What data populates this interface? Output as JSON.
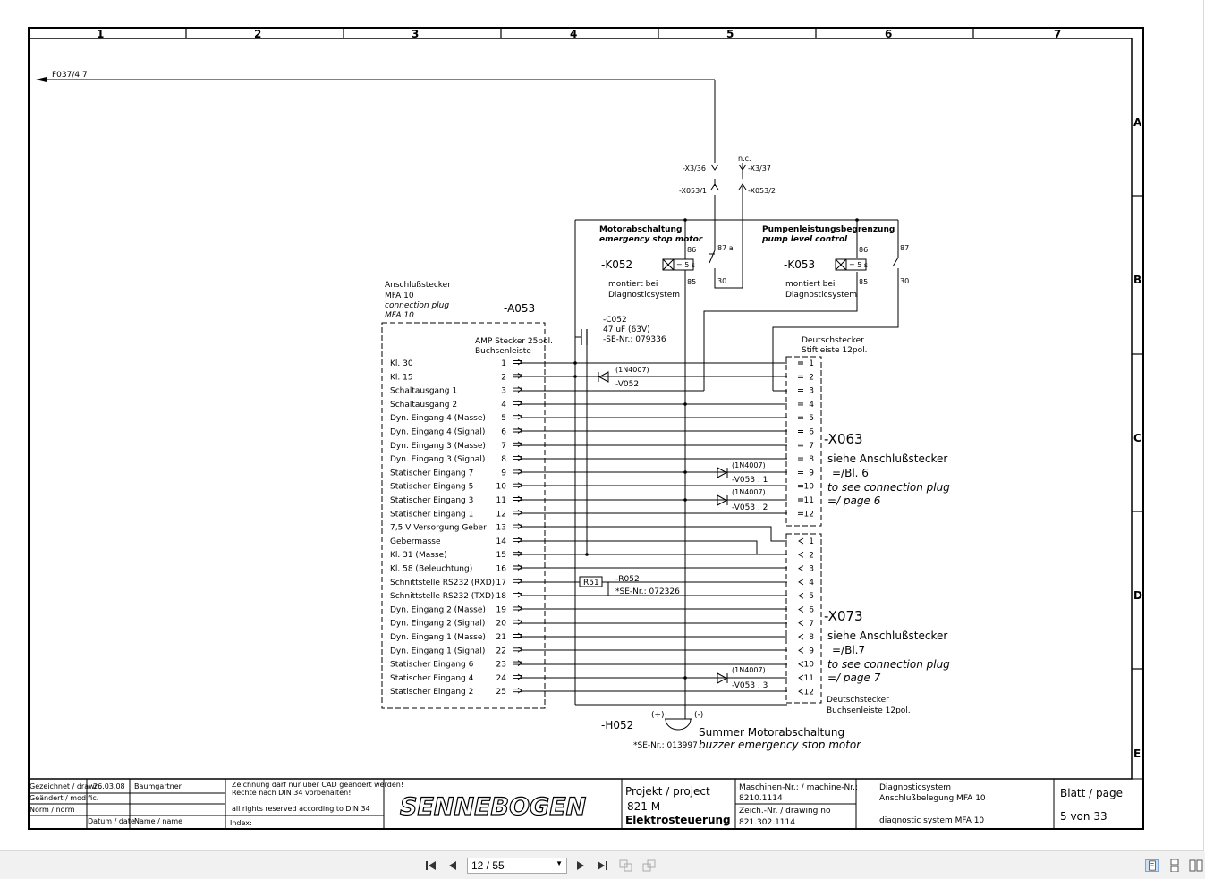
{
  "frame": {
    "columns": [
      "1",
      "2",
      "3",
      "4",
      "5",
      "6",
      "7"
    ],
    "rows": [
      "A",
      "B",
      "C",
      "D",
      "E"
    ]
  },
  "top": {
    "f037": "F037/4.7",
    "x3_36": "-X3/36",
    "x3_37": "-X3/37",
    "nc": "n.c.",
    "x053_1": "-X053/1",
    "x053_2": "-X053/2"
  },
  "k052": {
    "title": "Motorabschaltung",
    "title_en": "emergency stop motor",
    "id": "-K052",
    "note1": "montiert bei",
    "note2": "Diagnosticsystem",
    "timer": "= 5 s",
    "p86": "86",
    "p85": "85",
    "p87": "87 a",
    "p30": "30"
  },
  "k053": {
    "title": "Pumpenleistungsbegrenzung",
    "title_en": "pump level control",
    "id": "-K053",
    "note1": "montiert bei",
    "note2": "Diagnosticsystem",
    "timer": "= 5 s",
    "p86": "86",
    "p85": "85",
    "p87": "87",
    "p30": "30"
  },
  "a053": {
    "l1": "Anschlußstecker",
    "l2": "MFA 10",
    "l3": "connection plug",
    "l4": "MFA 10",
    "id": "-A053",
    "h1": "AMP Stecker 25pol.",
    "h2": "Buchsenleiste",
    "pins": [
      {
        "n": "1",
        "label": "Kl. 30"
      },
      {
        "n": "2",
        "label": "Kl. 15"
      },
      {
        "n": "3",
        "label": "Schaltausgang 1"
      },
      {
        "n": "4",
        "label": "Schaltausgang 2"
      },
      {
        "n": "5",
        "label": "Dyn. Eingang 4 (Masse)"
      },
      {
        "n": "6",
        "label": "Dyn. Eingang 4 (Signal)"
      },
      {
        "n": "7",
        "label": "Dyn. Eingang 3 (Masse)"
      },
      {
        "n": "8",
        "label": "Dyn. Eingang 3 (Signal)"
      },
      {
        "n": "9",
        "label": "Statischer Eingang 7"
      },
      {
        "n": "10",
        "label": "Statischer Eingang 5"
      },
      {
        "n": "11",
        "label": "Statischer Eingang 3"
      },
      {
        "n": "12",
        "label": "Statischer Eingang 1"
      },
      {
        "n": "13",
        "label": "7,5 V Versorgung Geber"
      },
      {
        "n": "14",
        "label": "Gebermasse"
      },
      {
        "n": "15",
        "label": "Kl. 31 (Masse)"
      },
      {
        "n": "16",
        "label": "Kl. 58 (Beleuchtung)"
      },
      {
        "n": "17",
        "label": "Schnittstelle RS232 (RXD)"
      },
      {
        "n": "18",
        "label": "Schnittstelle RS232 (TXD)"
      },
      {
        "n": "19",
        "label": "Dyn. Eingang 2 (Masse)"
      },
      {
        "n": "20",
        "label": "Dyn. Eingang 2 (Signal)"
      },
      {
        "n": "21",
        "label": "Dyn. Eingang 1 (Masse)"
      },
      {
        "n": "22",
        "label": "Dyn. Eingang 1 (Signal)"
      },
      {
        "n": "23",
        "label": "Statischer Eingang 6"
      },
      {
        "n": "24",
        "label": "Statischer Eingang 4"
      },
      {
        "n": "25",
        "label": "Statischer Eingang 2"
      }
    ]
  },
  "c052": {
    "id": "-C052",
    "val": "47 uF (63V)",
    "se": "-SE-Nr.: 079336"
  },
  "v052": {
    "type": "(1N4007)",
    "id": "-V052"
  },
  "v053_1": {
    "type": "(1N4007)",
    "id": "-V053 . 1"
  },
  "v053_2": {
    "type": "(1N4007)",
    "id": "-V053 . 2"
  },
  "v053_3": {
    "type": "(1N4007)",
    "id": "-V053 . 3"
  },
  "r052": {
    "box": "R51",
    "id": "-R052",
    "se": "*SE-Nr.: 072326"
  },
  "x063": {
    "h1": "Deutschstecker",
    "h2": "Stiftleiste 12pol.",
    "id": "-X063",
    "s1": "siehe Anschlußstecker",
    "s2": "=/Bl. 6",
    "s3": "to see connection plug",
    "s4": "=/ page 6",
    "pins": [
      "1",
      "2",
      "3",
      "4",
      "5",
      "6",
      "7",
      "8",
      "9",
      "10",
      "11",
      "12"
    ]
  },
  "x073": {
    "h1": "Deutschstecker",
    "h2": "Buchsenleiste 12pol.",
    "id": "-X073",
    "s1": "siehe Anschlußstecker",
    "s2": "=/Bl.7",
    "s3": "to see connection plug",
    "s4": "=/ page 7",
    "pins": [
      "1",
      "2",
      "3",
      "4",
      "5",
      "6",
      "7",
      "8",
      "9",
      "10",
      "11",
      "12"
    ]
  },
  "h052": {
    "id": "-H052",
    "plus": "(+)",
    "minus": "(-)",
    "d1": "Summer Motorabschaltung",
    "d2": "buzzer emergency stop motor",
    "se": "*SE-Nr.: 013997"
  },
  "titleblock": {
    "drawn_label": "Gezeichnet / drawn.",
    "drawn_date": "26.03.08",
    "drawn_name": "Baumgartner",
    "modified_label": "Geändert / modific.",
    "norm_label": "Norm / norm",
    "date_label": "Datum / date",
    "name_label": "Name / name",
    "note1": "Zeichnung darf nur  über CAD geändert werden!",
    "note2": "Rechte nach DIN 34 vorbehalten!",
    "note3": "all rights reserved according to DIN 34",
    "index_label": "Index:",
    "logo": "SENNEBOGEN",
    "project_label": "Projekt / project",
    "project": "821 M",
    "project_sub": "Elektrosteuerung",
    "machine_label": "Maschinen-Nr.:  / machine-Nr.:",
    "machine_no": "8210.1114",
    "drawing_label": "Zeich.-Nr. / drawing no",
    "drawing_no": "821.302.1114",
    "desc1": "Diagnosticsystem",
    "desc2": "Anschlußbelegung MFA 10",
    "desc3": "diagnostic system MFA 10",
    "sheet_label": "Blatt / page",
    "sheet": "5 von 33"
  },
  "toolbar": {
    "page_value": "12 / 55"
  }
}
